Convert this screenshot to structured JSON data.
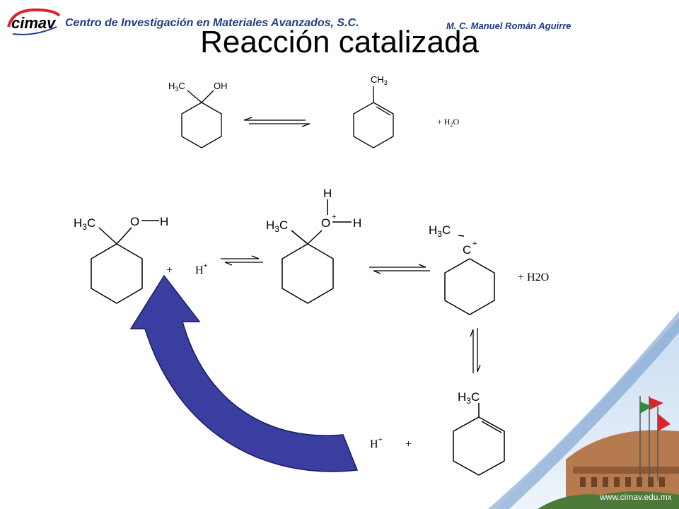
{
  "header": {
    "logo_text": "cimav",
    "institution": "Centro de Investigación en Materiales Avanzados, S.C.",
    "author": "M. C. Manuel Román Aguirre"
  },
  "slide": {
    "title": "Reacción catalizada"
  },
  "footer": {
    "website": "www.cimav.edu.mx"
  },
  "colors": {
    "header_blue": "#1f3c88",
    "logo_red": "#d9262c",
    "cycle_arrow": "#3a3ea0"
  }
}
